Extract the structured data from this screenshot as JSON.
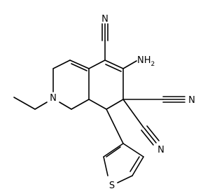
{
  "atoms": {
    "n_ring": "N",
    "nh2": "NH",
    "nh2_subscript": "2",
    "nitrile_c5": "N",
    "nitrile_c7a": "N",
    "nitrile_c7b": "N",
    "thiophene_s": "S"
  }
}
